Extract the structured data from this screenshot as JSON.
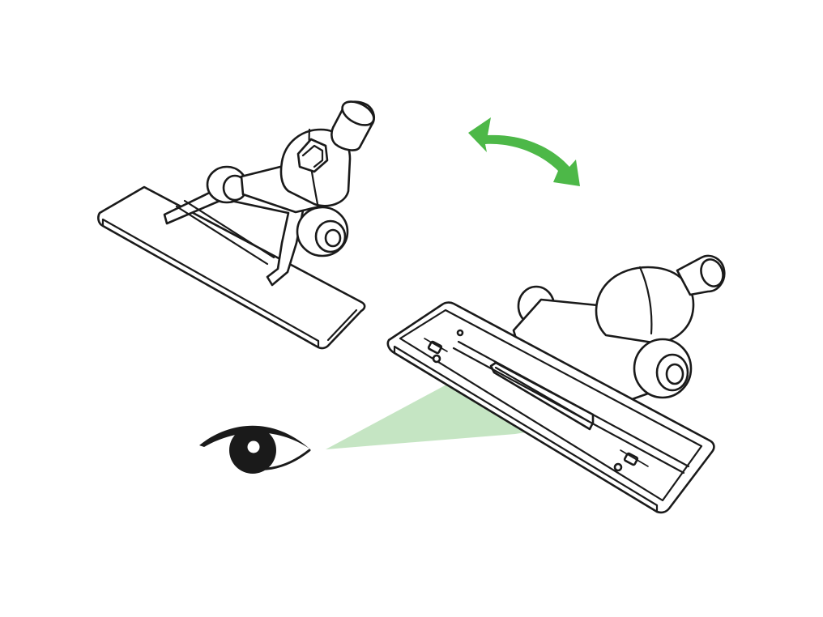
{
  "figure": {
    "subject": "floor-tool-inspection",
    "colors": {
      "background": "#ffffff",
      "outline": "#1a1a1a",
      "accent_green": "#4db848",
      "sight_beam": "#bfe2bd"
    },
    "icons": [
      "floor-tool-top-view",
      "floor-tool-underside-view",
      "rotate-double-arrow-icon",
      "eye-icon",
      "sight-line-beam"
    ]
  }
}
